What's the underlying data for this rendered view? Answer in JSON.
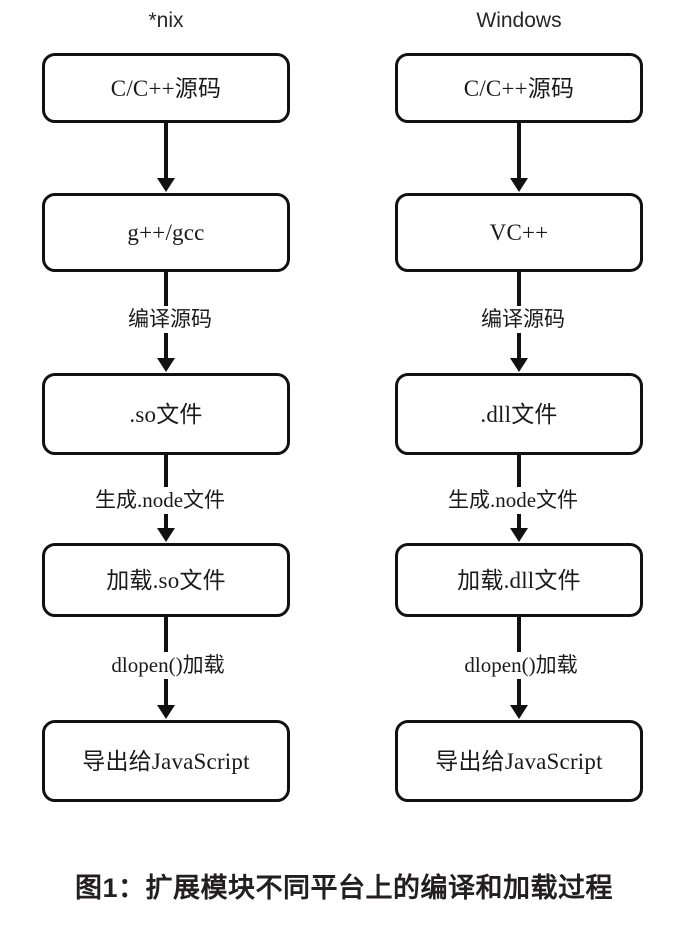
{
  "figure": {
    "caption": "图1：扩展模块不同平台上的编译和加载过程",
    "colors": {
      "stroke": "#111111",
      "text": "#1a1a1a",
      "caption_text": "#231f20",
      "background": "#ffffff"
    }
  },
  "columns": [
    {
      "header": "*nix",
      "nodes": [
        {
          "label": "C/C++源码"
        },
        {
          "label": "g++/gcc"
        },
        {
          "label": ".so文件"
        },
        {
          "label": "加载.so文件"
        },
        {
          "label": "导出给JavaScript"
        }
      ],
      "edges": [
        {
          "label": ""
        },
        {
          "label": "编译源码"
        },
        {
          "label": "生成.node文件"
        },
        {
          "label": "dlopen()加载"
        }
      ]
    },
    {
      "header": "Windows",
      "nodes": [
        {
          "label": "C/C++源码"
        },
        {
          "label": "VC++"
        },
        {
          "label": ".dll文件"
        },
        {
          "label": "加载.dll文件"
        },
        {
          "label": "导出给JavaScript"
        }
      ],
      "edges": [
        {
          "label": ""
        },
        {
          "label": "编译源码"
        },
        {
          "label": "生成.node文件"
        },
        {
          "label": "dlopen()加载"
        }
      ]
    }
  ]
}
